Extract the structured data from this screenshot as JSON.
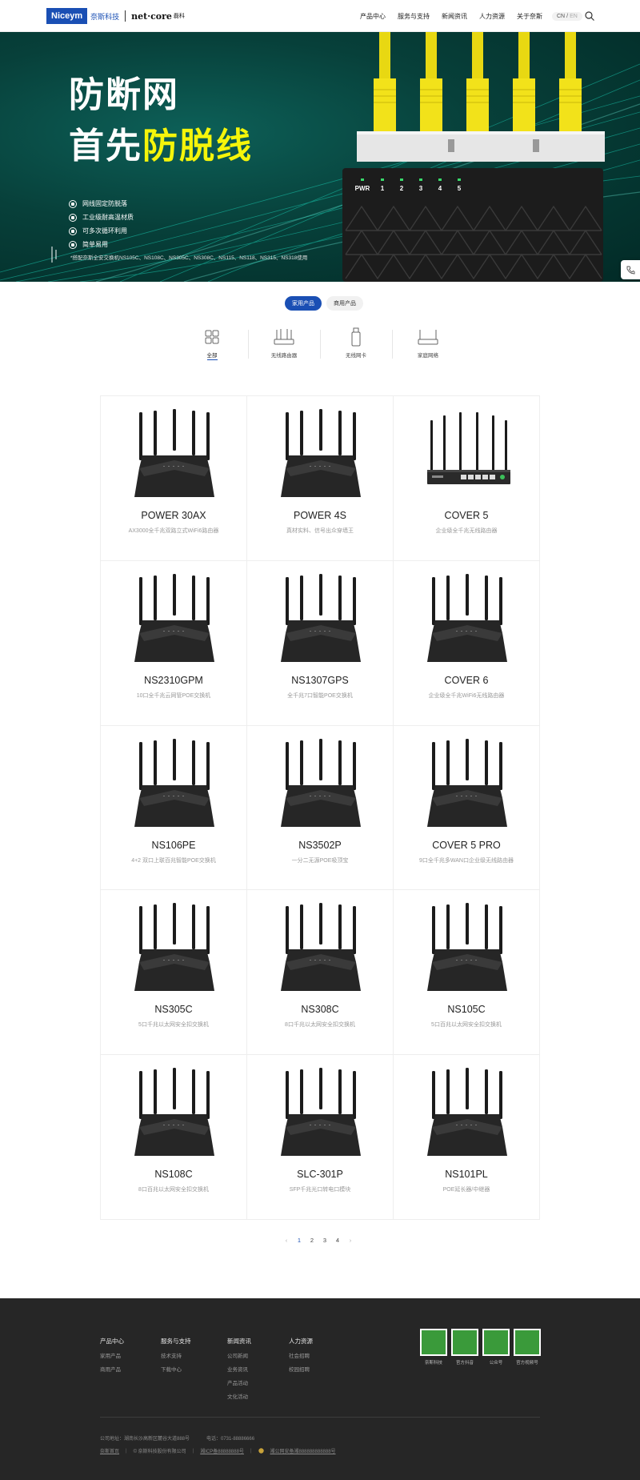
{
  "header": {
    "logo_brand": "Niceym",
    "logo_cn": "奈斯科技",
    "logo_netcore": "net·core",
    "logo_netcore_cn": "磊科",
    "nav": [
      "产品中心",
      "服务与支持",
      "新闻资讯",
      "人力资源",
      "关于奈斯"
    ],
    "lang_cn": "CN",
    "lang_sep": "/",
    "lang_en": "EN"
  },
  "banner": {
    "title_line1": "防断网",
    "title_line2_white": "首先",
    "title_line2_yellow": "防脱线",
    "features": [
      "网线固定防脱落",
      "工业级耐高温材质",
      "可多次循环利用",
      "简单易用"
    ],
    "note": "*搭配奈斯全安交换机NS105C、NS108C、NS305C、NS308C、NS115、NS118、NS315、NS318使用",
    "port_labels": [
      "PWR",
      "1",
      "2",
      "3",
      "4",
      "5"
    ],
    "colors": {
      "highlight": "#f5f50a",
      "cable": "#f2e21a",
      "bg": "#07403a"
    }
  },
  "tabs": [
    "家用产品",
    "商用产品"
  ],
  "categories": [
    {
      "label": "全部",
      "icon": "grid-icon"
    },
    {
      "label": "无线路由器",
      "icon": "router-icon"
    },
    {
      "label": "无线网卡",
      "icon": "usb-adapter-icon"
    },
    {
      "label": "家庭网络",
      "icon": "home-network-icon"
    }
  ],
  "products": [
    {
      "name": "POWER 30AX",
      "desc": "AX3000全千兆双路立式WiFi6路由器",
      "kind": "router"
    },
    {
      "name": "POWER 4S",
      "desc": "真材实料、信号出众穿墙王",
      "kind": "router"
    },
    {
      "name": "COVER 5",
      "desc": "企业级全千兆无线路由器",
      "kind": "box"
    },
    {
      "name": "NS2310GPM",
      "desc": "10口全千兆云网管POE交换机",
      "kind": "router"
    },
    {
      "name": "NS1307GPS",
      "desc": "全千兆7口智能POE交换机",
      "kind": "router"
    },
    {
      "name": "COVER 6",
      "desc": "企业级全千兆WiFi6无线路由器",
      "kind": "router"
    },
    {
      "name": "NS106PE",
      "desc": "4+2 双口上联百兆智能POE交换机",
      "kind": "router"
    },
    {
      "name": "NS3502P",
      "desc": "一分二无源POE吸顶宝",
      "kind": "router"
    },
    {
      "name": "COVER 5 PRO",
      "desc": "9口全千兆多WAN口企业级无线路由器",
      "kind": "router"
    },
    {
      "name": "NS305C",
      "desc": "5口千兆以太网安全扣交换机",
      "kind": "router"
    },
    {
      "name": "NS308C",
      "desc": "8口千兆以太网安全扣交换机",
      "kind": "router"
    },
    {
      "name": "NS105C",
      "desc": "5口百兆以太网安全扣交换机",
      "kind": "router"
    },
    {
      "name": "NS108C",
      "desc": "8口百兆以太网安全扣交换机",
      "kind": "router"
    },
    {
      "name": "SLC-301P",
      "desc": "SFP千兆光口转电口模块",
      "kind": "router"
    },
    {
      "name": "NS101PL",
      "desc": "POE延长器/中继器",
      "kind": "router"
    }
  ],
  "pagination": {
    "prev": "‹",
    "pages": [
      "1",
      "2",
      "3",
      "4"
    ],
    "next": "›",
    "current": "1"
  },
  "footer": {
    "columns": [
      {
        "title": "产品中心",
        "links": [
          "家用产品",
          "商用产品"
        ]
      },
      {
        "title": "服务与支持",
        "links": [
          "技术支持",
          "下载中心"
        ]
      },
      {
        "title": "新闻资讯",
        "links": [
          "公司新闻",
          "业务资讯",
          "产品活动",
          "文化活动"
        ]
      },
      {
        "title": "人力资源",
        "links": [
          "社会招聘",
          "校园招聘"
        ]
      }
    ],
    "qrcodes": [
      "奈斯科技",
      "官方抖音",
      "公众号",
      "官方视频号"
    ],
    "address": "公司地址：湖南长沙高新区麓谷大道888号",
    "phone": "电话：0731-88886666",
    "home_link": "奈斯首页",
    "copyright": "© 奈斯科技股份有限公司",
    "icp": "湘ICP备88888888号",
    "police": "湘公网安备湘888888888888号"
  }
}
